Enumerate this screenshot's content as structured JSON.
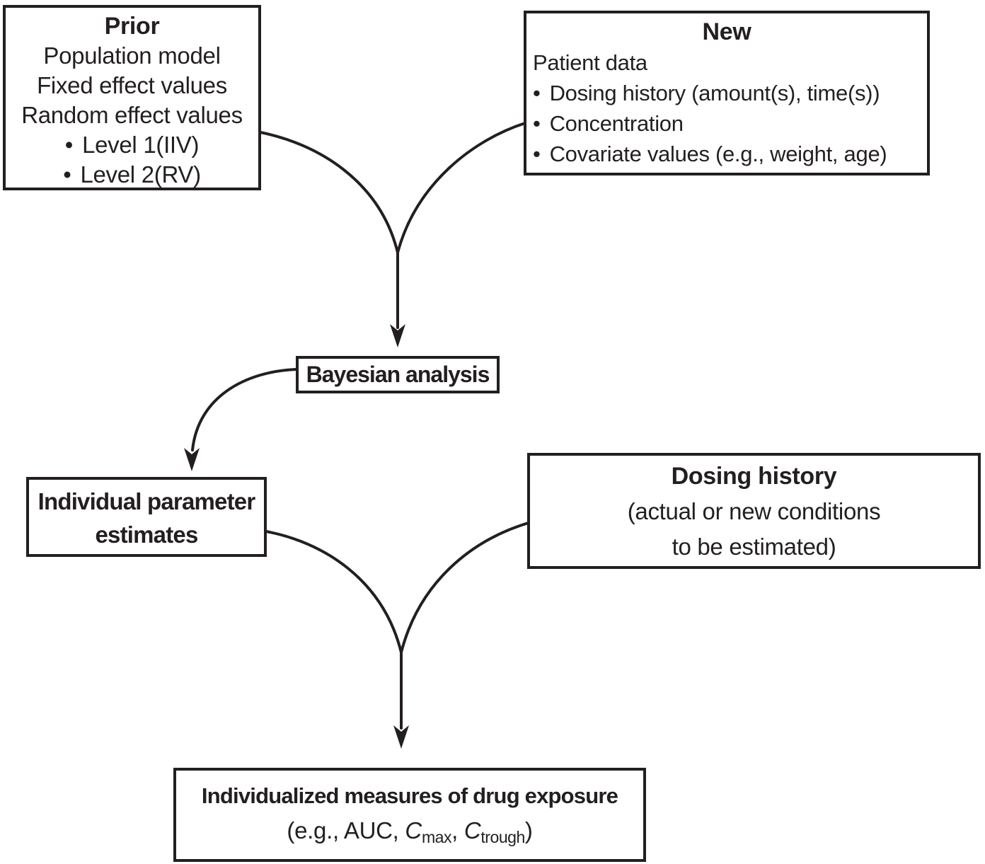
{
  "colors": {
    "ink": "#231f20",
    "background": "#ffffff"
  },
  "glyphs": {
    "bullet": "•"
  },
  "prior_box": {
    "title": "Prior",
    "lines": [
      "Population model",
      "Fixed effect values",
      "Random effect values"
    ],
    "bullets": [
      "Level 1(IIV)",
      "Level 2(RV)"
    ]
  },
  "new_box": {
    "title": "New",
    "subtitle": "Patient data",
    "bullets": [
      "Dosing history (amount(s), time(s))",
      "Concentration",
      "Covariate values (e.g., weight, age)"
    ]
  },
  "bayesian_box": {
    "title": "Bayesian analysis"
  },
  "individual_box": {
    "lines": [
      "Individual parameter",
      "estimates"
    ]
  },
  "dosing_box": {
    "title": "Dosing history",
    "lines": [
      "(actual or new conditions",
      "to be estimated)"
    ]
  },
  "outcome_box": {
    "title": "Individualized measures of drug exposure",
    "formula": [
      "(e.g., AUC, ",
      "C",
      "max",
      ", ",
      "C",
      "trough",
      ")"
    ]
  }
}
